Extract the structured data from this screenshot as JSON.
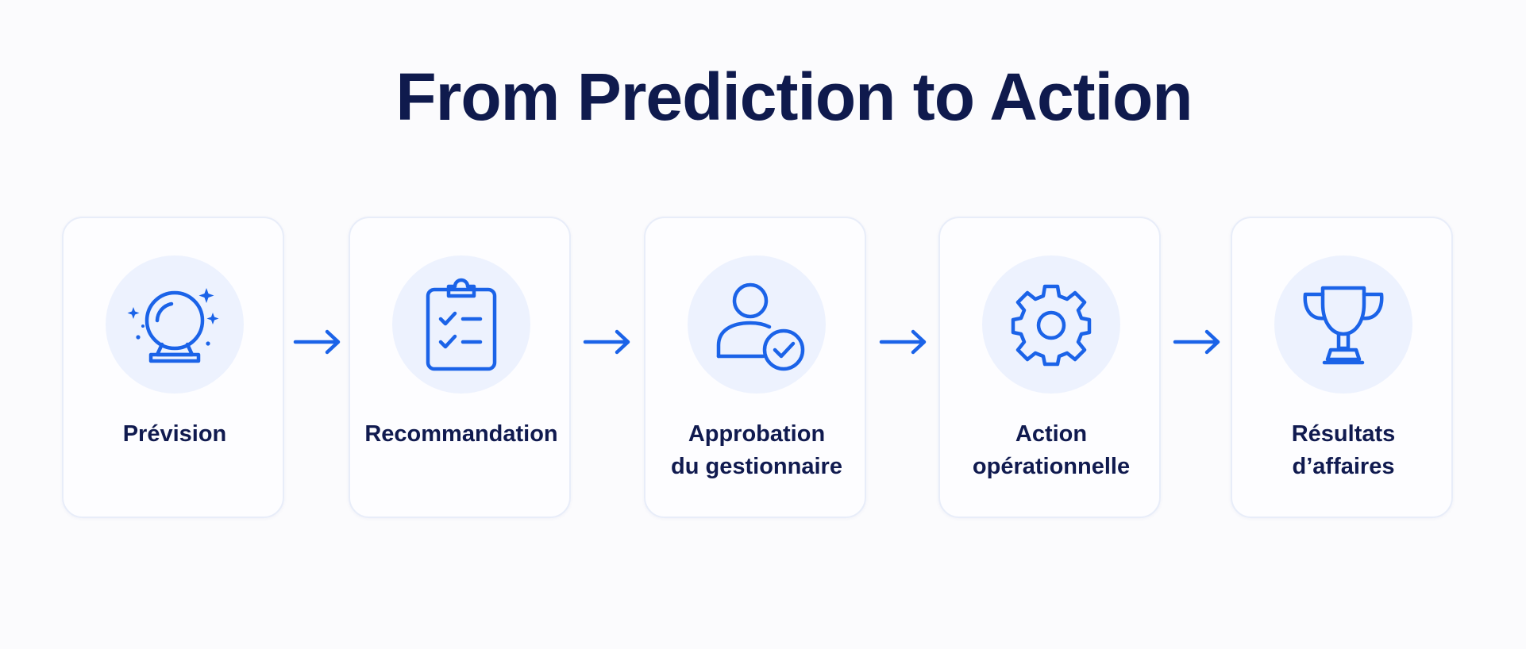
{
  "title": "From Prediction to Action",
  "colors": {
    "accent": "#1b63e8",
    "title": "#0f1a4d",
    "card_border": "#e8edf9",
    "icon_bg": "#edf2fe"
  },
  "steps": [
    {
      "icon": "crystal-ball-icon",
      "label_lines": [
        "Prévision"
      ]
    },
    {
      "icon": "clipboard-checklist-icon",
      "label_lines": [
        "Recommandation"
      ]
    },
    {
      "icon": "user-check-icon",
      "label_lines": [
        "Approbation",
        "du gestionnaire"
      ]
    },
    {
      "icon": "gear-icon",
      "label_lines": [
        "Action",
        "opérationnelle"
      ]
    },
    {
      "icon": "trophy-icon",
      "label_lines": [
        "Résultats",
        "d’affaires"
      ]
    }
  ]
}
